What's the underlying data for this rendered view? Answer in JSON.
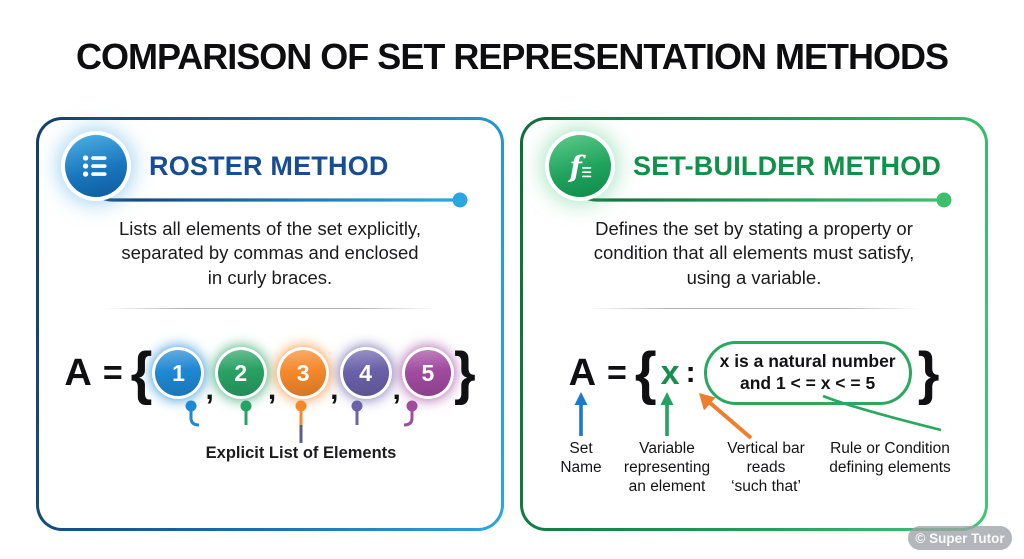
{
  "page": {
    "title": "COMPARISON OF SET REPRESENTATION METHODS",
    "watermark": "© Super Tutor"
  },
  "colors": {
    "roster_accent_dark": "#143e6b",
    "roster_accent_light": "#2ba7e0",
    "builder_accent_dark": "#0e6e3d",
    "builder_accent_light": "#41c877",
    "roster_title": "#164d94",
    "builder_title": "#0f9149",
    "pill_border": "#2aa85f",
    "center_stem": "#5b5e8c"
  },
  "roster": {
    "icon": "list-icon",
    "title": "ROSTER METHOD",
    "description_lines": [
      "Lists all elements of the set explicitly,",
      "separated by commas and enclosed",
      "in curly braces."
    ],
    "expression": {
      "set_name": "A",
      "equals": "=",
      "open_brace": "{",
      "close_brace": "}",
      "comma": ","
    },
    "elements": [
      {
        "value": "1",
        "color": "#1f88d3"
      },
      {
        "value": "2",
        "color": "#28a164"
      },
      {
        "value": "3",
        "color": "#f6882b"
      },
      {
        "value": "4",
        "color": "#6a61a9"
      },
      {
        "value": "5",
        "color": "#a14ba0"
      }
    ],
    "caption": "Explicit List of Elements"
  },
  "builder": {
    "icon": "function-icon",
    "title": "SET-BUILDER METHOD",
    "description_lines": [
      "Defines the set by stating a property or",
      "condition that all elements must satisfy,",
      "using a variable."
    ],
    "expression": {
      "set_name": "A",
      "equals": "=",
      "open_brace": "{",
      "variable": "x",
      "colon": ":",
      "close_brace": "}"
    },
    "variable_color": "#168f4e",
    "condition_lines": [
      "x is a natural number",
      "and 1 < = x < = 5"
    ],
    "annotations": [
      {
        "lines": [
          "Set",
          "Name"
        ],
        "color": "#1e78c8"
      },
      {
        "lines": [
          "Variable",
          "representing",
          "an element"
        ],
        "color": "#27a163"
      },
      {
        "lines": [
          "Vertical bar",
          "reads",
          "‘such that’"
        ],
        "color": "#ef7d2e"
      },
      {
        "lines": [
          "Rule or Condition",
          "defining elements"
        ],
        "color": "#2aa85f"
      }
    ]
  }
}
